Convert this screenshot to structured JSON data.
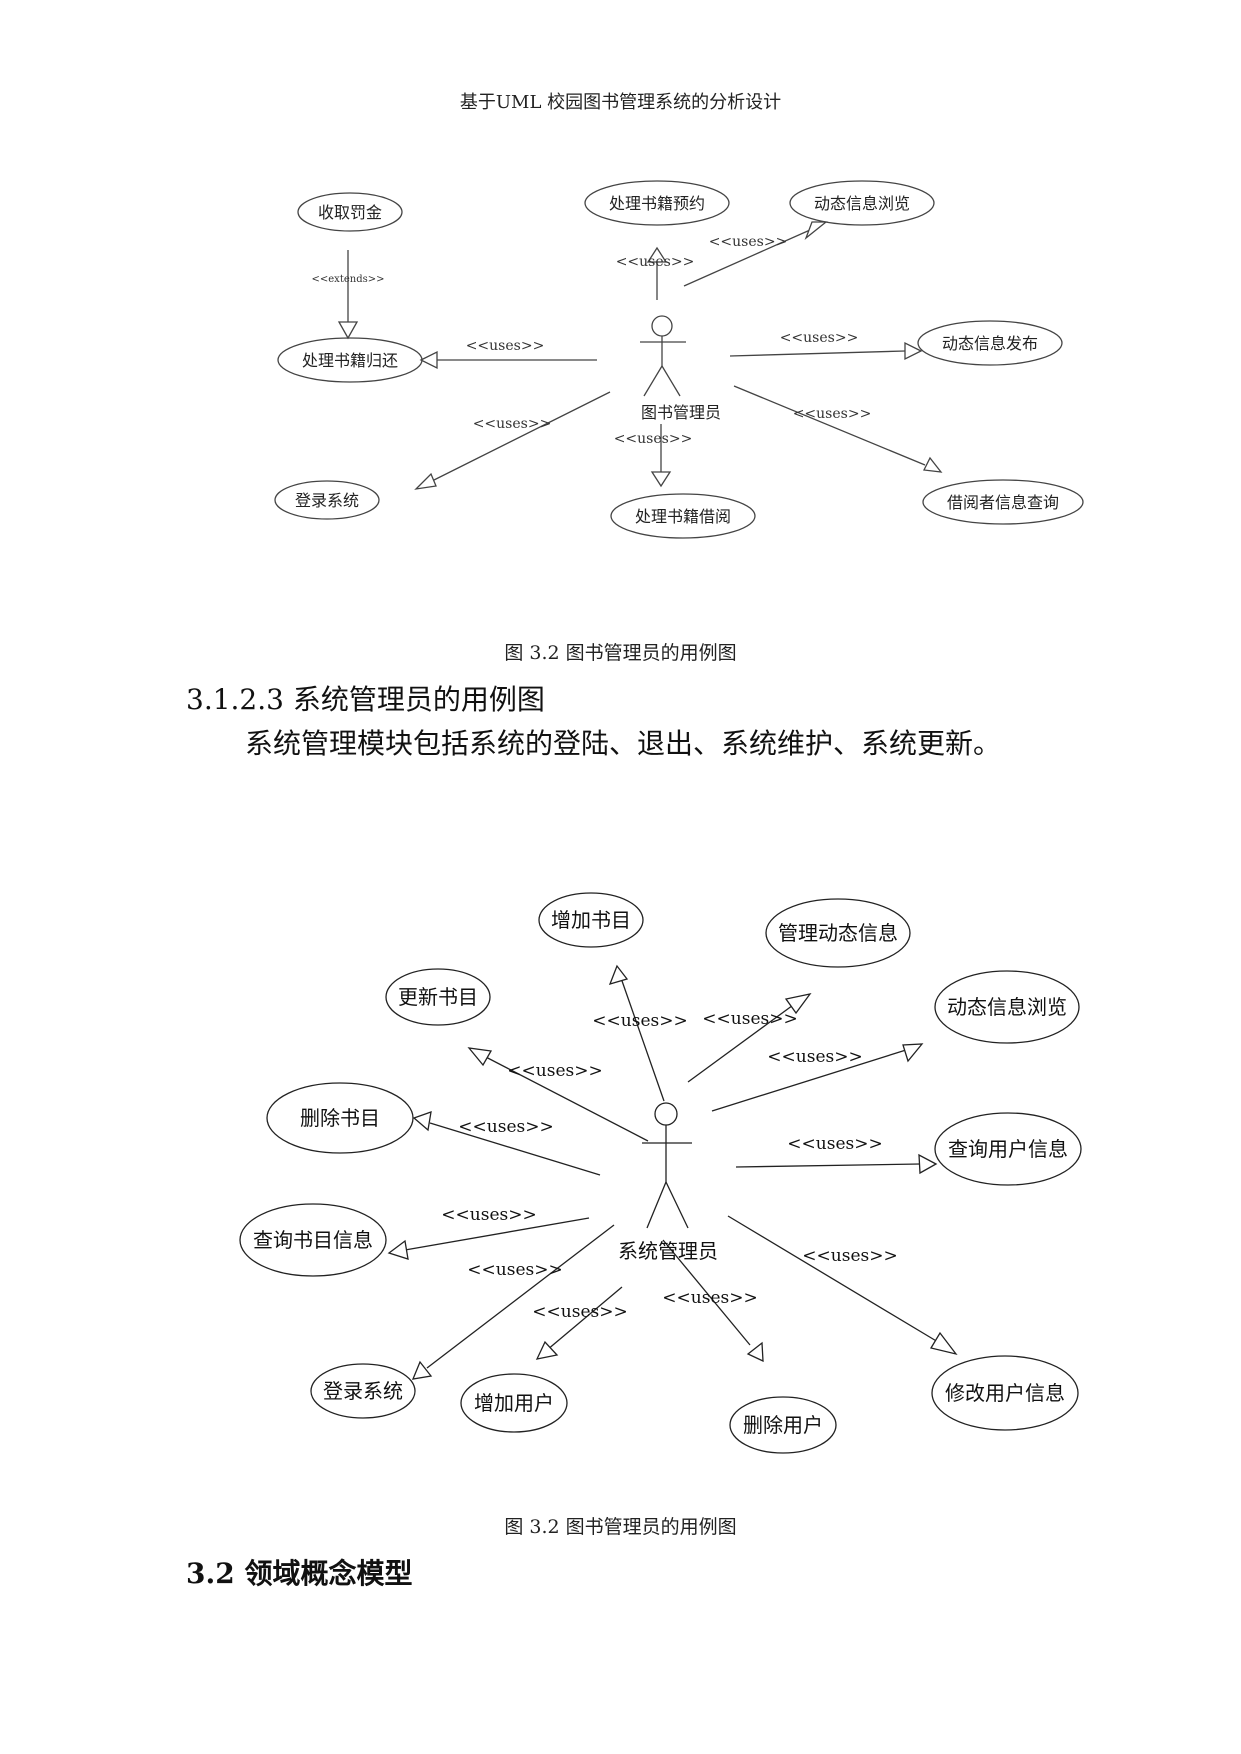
{
  "header": {
    "title": "基于UML 校园图书管理系统的分析设计"
  },
  "diagram1": {
    "actor": "图书管理员",
    "use_cases": [
      {
        "label": "收取罚金"
      },
      {
        "label": "处理书籍预约"
      },
      {
        "label": "动态信息浏览"
      },
      {
        "label": "处理书籍归还"
      },
      {
        "label": "动态信息发布"
      },
      {
        "label": "登录系统"
      },
      {
        "label": "处理书籍借阅"
      },
      {
        "label": "借阅者信息查询"
      }
    ],
    "relations": [
      {
        "label": "<<extends>>"
      },
      {
        "label": "<<uses>>"
      },
      {
        "label": "<<uses>>"
      },
      {
        "label": "<<uses>>"
      },
      {
        "label": "<<uses>>"
      },
      {
        "label": "<<uses>>"
      },
      {
        "label": "<<uses>>"
      },
      {
        "label": "<<uses>>"
      }
    ],
    "caption": "图 3.2 图书管理员的用例图"
  },
  "section_3123": {
    "heading": "3.1.2.3 系统管理员的用例图",
    "paragraph": "系统管理模块包括系统的登陆、退出、系统维护、系统更新。"
  },
  "diagram2": {
    "actor": "系统管理员",
    "use_cases": [
      {
        "label": "增加书目"
      },
      {
        "label": "管理动态信息"
      },
      {
        "label": "更新书目"
      },
      {
        "label": "动态信息浏览"
      },
      {
        "label": "删除书目"
      },
      {
        "label": "查询用户信息"
      },
      {
        "label": "查询书目信息"
      },
      {
        "label": "登录系统"
      },
      {
        "label": "增加用户"
      },
      {
        "label": "删除用户"
      },
      {
        "label": "修改用户信息"
      }
    ],
    "relations": [
      {
        "label": "<<uses>>"
      },
      {
        "label": "<<uses>>"
      },
      {
        "label": "<<uses>>"
      },
      {
        "label": "<<uses>>"
      },
      {
        "label": "<<uses>>"
      },
      {
        "label": "<<uses>>"
      },
      {
        "label": "<<uses>>"
      },
      {
        "label": "<<uses>>"
      },
      {
        "label": "<<uses>>"
      },
      {
        "label": "<<uses>>"
      },
      {
        "label": "<<uses>>"
      }
    ],
    "caption": "图 3.2 图书管理员的用例图"
  },
  "section_32": {
    "heading": "3.2 领域概念模型"
  }
}
